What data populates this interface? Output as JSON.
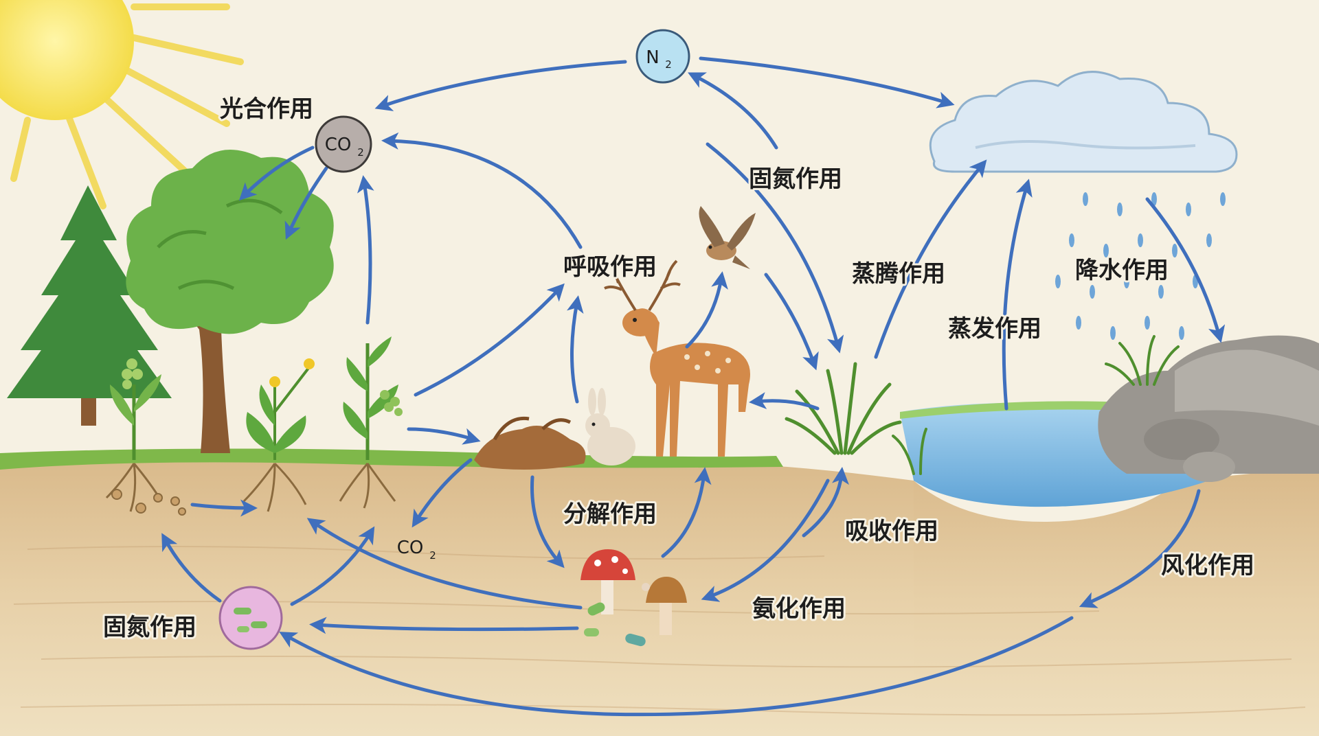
{
  "nodes": {
    "n2": {
      "symbol": "N",
      "sub": "2"
    },
    "co2_top": {
      "symbol": "CO",
      "sub": "2"
    },
    "co2_soil": {
      "symbol": "CO",
      "sub": "2"
    }
  },
  "labels": {
    "photosynthesis": "光合作用",
    "nitrogen_fixation_top": "固氮作用",
    "respiration": "呼吸作用",
    "transpiration": "蒸腾作用",
    "evaporation": "蒸发作用",
    "precipitation": "降水作用",
    "decomposition": "分解作用",
    "absorption": "吸收作用",
    "weathering": "风化作用",
    "ammonification": "氨化作用",
    "nitrogen_fixation_soil": "固氮作用"
  },
  "colors": {
    "arrow": "#3f6fbd",
    "sky": "#f6f1e3",
    "soil": "#e3c9a0",
    "grass": "#7fb84a",
    "water": "#8cc2e6",
    "sun": "#f7e25c"
  }
}
